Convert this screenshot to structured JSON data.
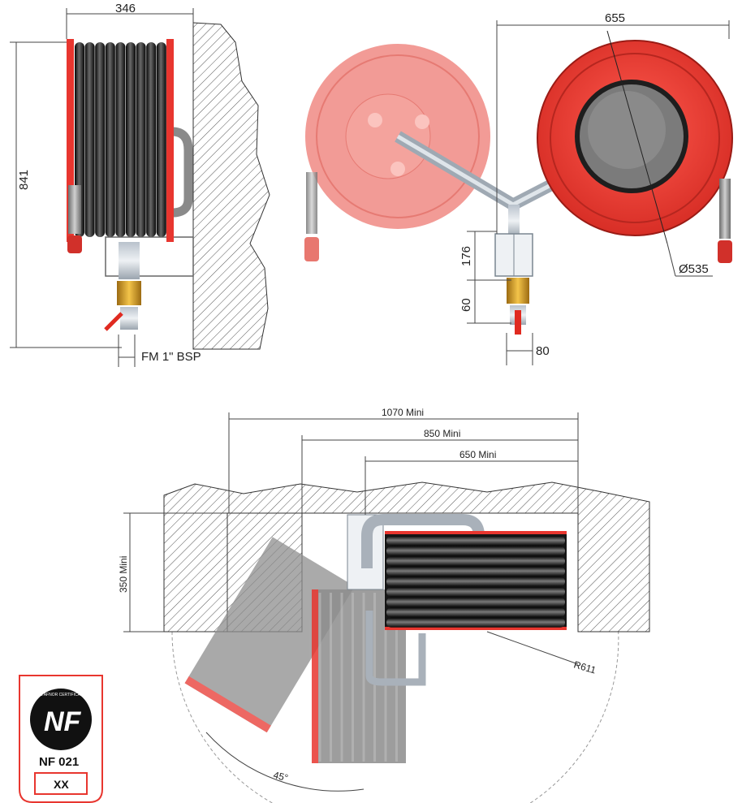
{
  "side_view": {
    "width_dim": "346",
    "height_dim": "841",
    "connection": "FM 1\" BSP"
  },
  "front_view": {
    "span_dim": "655",
    "diameter": "Ø535",
    "bracket_dim": "176",
    "valve_dim": "60",
    "offset_dim": "80"
  },
  "plan_view": {
    "dim_1070": "1070 Mini",
    "dim_850": "850 Mini",
    "dim_650": "650 Mini",
    "depth": "350 Mini",
    "radius": "R611",
    "angle": "45°"
  },
  "certification": {
    "logo_text": "NF",
    "arc_text": "GIS AFNOR CERTIFICATION",
    "code": "NF 021",
    "class": "XX"
  },
  "colors": {
    "red": "#e8362f",
    "pink": "#f08a84",
    "hose": "#1c1c1c",
    "grey": "#8d8d8d"
  }
}
